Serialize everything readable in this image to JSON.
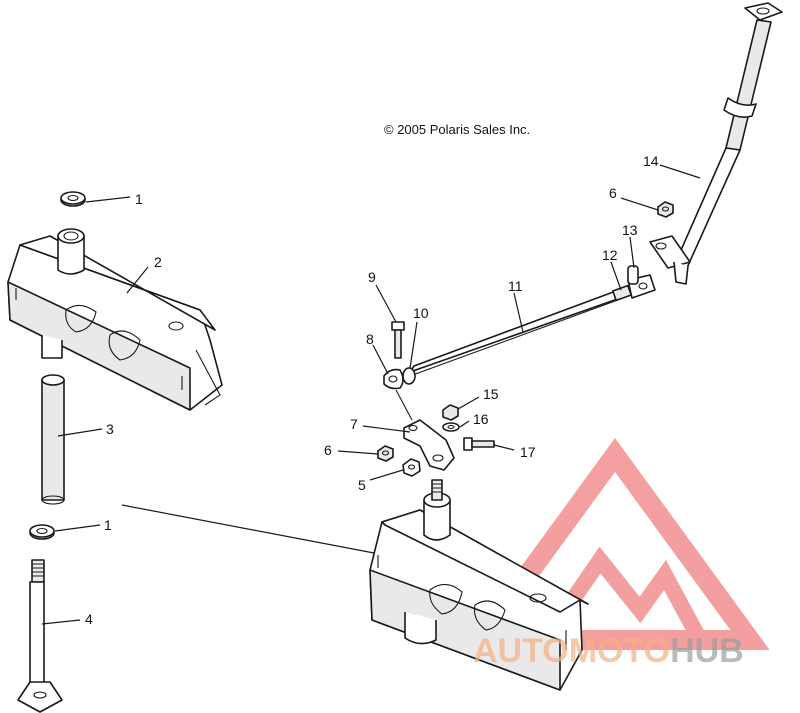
{
  "copyright": "© 2005 Polaris Sales Inc.",
  "callouts": [
    "1",
    "2",
    "3",
    "1",
    "4",
    "9",
    "10",
    "8",
    "11",
    "12",
    "13",
    "14",
    "6",
    "7",
    "15",
    "16",
    "6",
    "5",
    "17"
  ],
  "watermark": {
    "word_a": "AUTOMOTO",
    "word_b": "HUB",
    "color_a": "#f4b183",
    "color_b": "#9e9e9e",
    "logo_color": "#f08080"
  },
  "colors": {
    "line": "#1a1a1a",
    "background": "#ffffff"
  }
}
